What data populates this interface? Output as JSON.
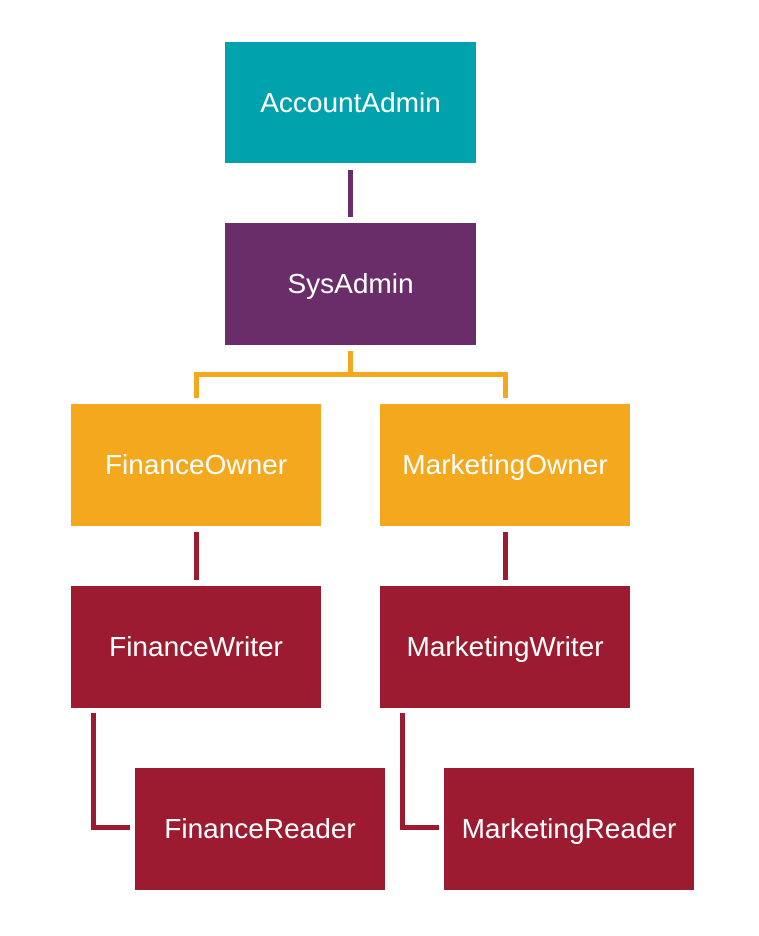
{
  "nodes": {
    "account_admin": "AccountAdmin",
    "sys_admin": "SysAdmin",
    "finance_owner": "FinanceOwner",
    "marketing_owner": "MarketingOwner",
    "finance_writer": "FinanceWriter",
    "marketing_writer": "MarketingWriter",
    "finance_reader": "FinanceReader",
    "marketing_reader": "MarketingReader"
  },
  "colors": {
    "account_admin": "#00A3AD",
    "sys_admin": "#6A2D69",
    "owner": "#F4A81D",
    "writer_reader": "#9C1B30"
  }
}
